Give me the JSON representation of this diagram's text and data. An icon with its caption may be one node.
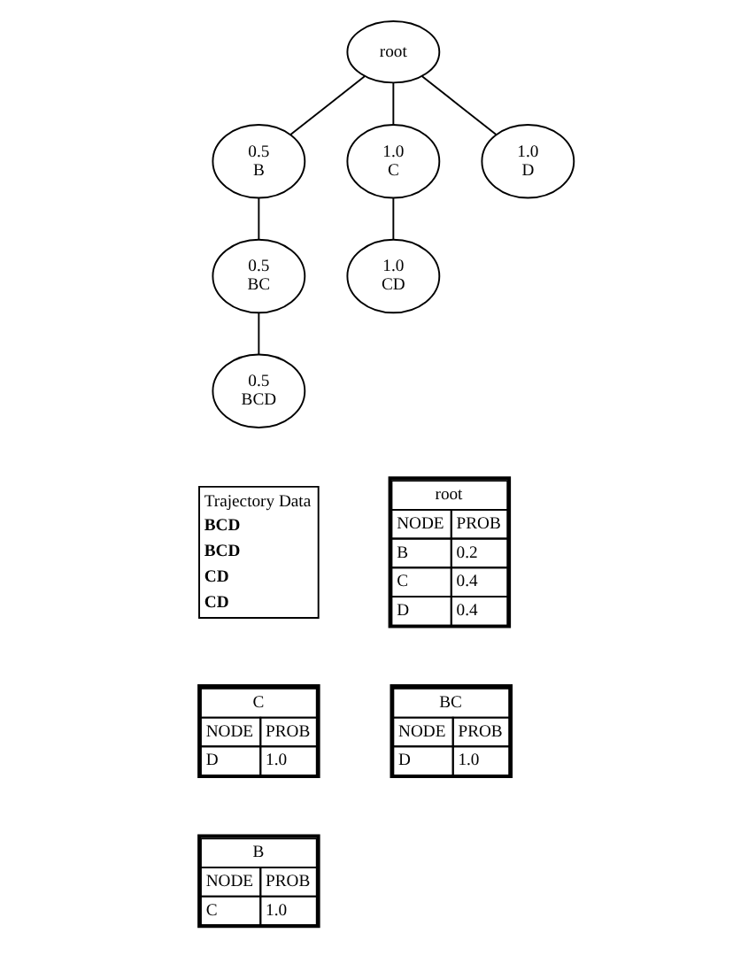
{
  "diagram": {
    "nodes": [
      {
        "text": [
          "root"
        ]
      },
      {
        "text": [
          "0.5",
          "B"
        ]
      },
      {
        "text": [
          "1.0",
          "C"
        ]
      },
      {
        "text": [
          "1.0",
          "D"
        ]
      },
      {
        "text": [
          "0.5",
          "BC"
        ]
      },
      {
        "text": [
          "1.0",
          "CD"
        ]
      },
      {
        "text": [
          "0.5",
          "BCD"
        ]
      },
      {
        "text": [
          "Trajectory Data",
          "BCD",
          "BCD",
          "CD",
          "CD"
        ]
      },
      {
        "text": [
          "root",
          "NODE",
          "PROB",
          "B",
          "0.2",
          "C",
          "0.4",
          "D",
          "0.4"
        ]
      },
      {
        "text": [
          "C",
          "NODE",
          "PROB",
          "D",
          "1.0"
        ]
      },
      {
        "text": [
          "BC",
          "NODE",
          "PROB",
          "D",
          "1.0"
        ]
      },
      {
        "text": [
          "B",
          "NODE",
          "PROB",
          "C",
          "1.0"
        ]
      }
    ],
    "edges": [
      {
        "from": 0,
        "to": 1,
        "arrow": "none"
      },
      {
        "from": 0,
        "to": 2,
        "arrow": "none"
      },
      {
        "from": 0,
        "to": 3,
        "arrow": "none"
      },
      {
        "from": 1,
        "to": 4,
        "arrow": "none"
      },
      {
        "from": 2,
        "to": 5,
        "arrow": "none"
      },
      {
        "from": 4,
        "to": 6,
        "arrow": "none"
      }
    ]
  }
}
